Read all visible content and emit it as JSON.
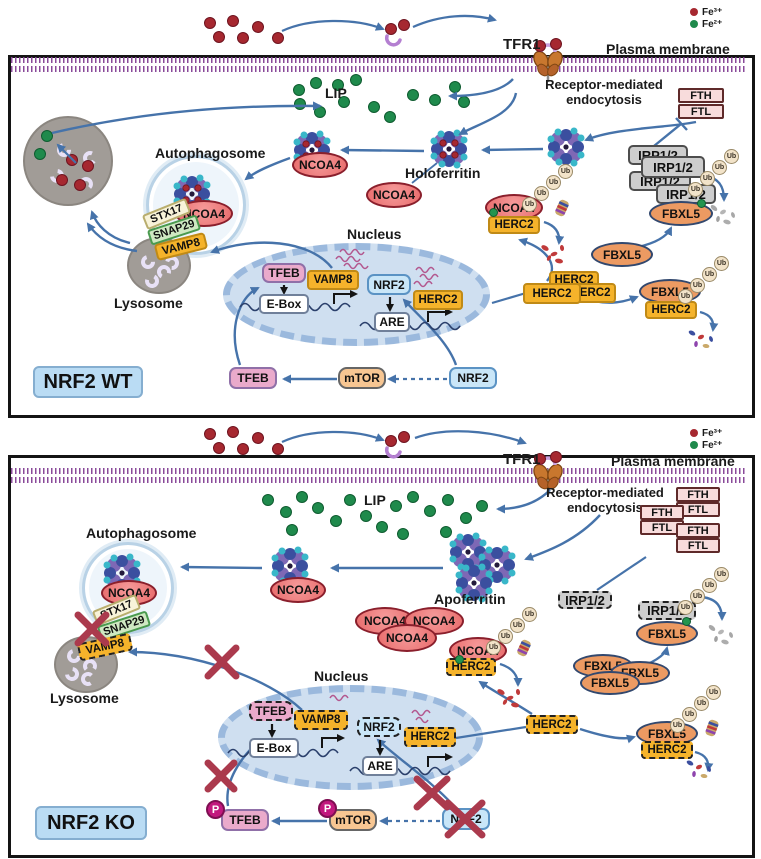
{
  "legend": {
    "fe3_label": "Fe³⁺",
    "fe2_label": "Fe²⁺"
  },
  "panels": {
    "wt_title": "NRF2 WT",
    "ko_title": "NRF2 KO"
  },
  "labels": {
    "plasma_membrane": "Plasma membrane",
    "tfr1": "TFR1",
    "receptor_mediated": "Receptor-mediated",
    "endocytosis": "endocytosis",
    "lip": "LIP",
    "autophagosome": "Autophagosome",
    "lysosome": "Lysosome",
    "nucleus": "Nucleus",
    "holoferritin": "Holoferritin",
    "apoferritin": "Apoferritin",
    "ub": "Ub"
  },
  "molecules": {
    "ncoa4": "NCOA4",
    "herc2": "HERC2",
    "fbxl5": "FBXL5",
    "irp12": "IRP1/2",
    "fth": "FTH",
    "ftl": "FTL",
    "stx17": "STX17",
    "snap29": "SNAP29",
    "vamp8": "VAMP8",
    "tfeb": "TFEB",
    "nrf2": "NRF2",
    "mtor": "mTOR",
    "ebox": "E-Box",
    "are": "ARE",
    "phospho": "P"
  },
  "colors": {
    "fe3": "#a62830",
    "fe2": "#1f8a4c",
    "arrow": "#4673aa",
    "membrane": "#8a4a9a",
    "ncoa4_fill": "#ef8080",
    "herc2_fill": "#f5b32b",
    "fbxl5_fill": "#ec9a62",
    "irp_fill": "#cdcdcd",
    "inhibit_x": "#ab3a4d",
    "phospho_fill": "#c2187e",
    "panel_label_fill": "#badcf4"
  }
}
